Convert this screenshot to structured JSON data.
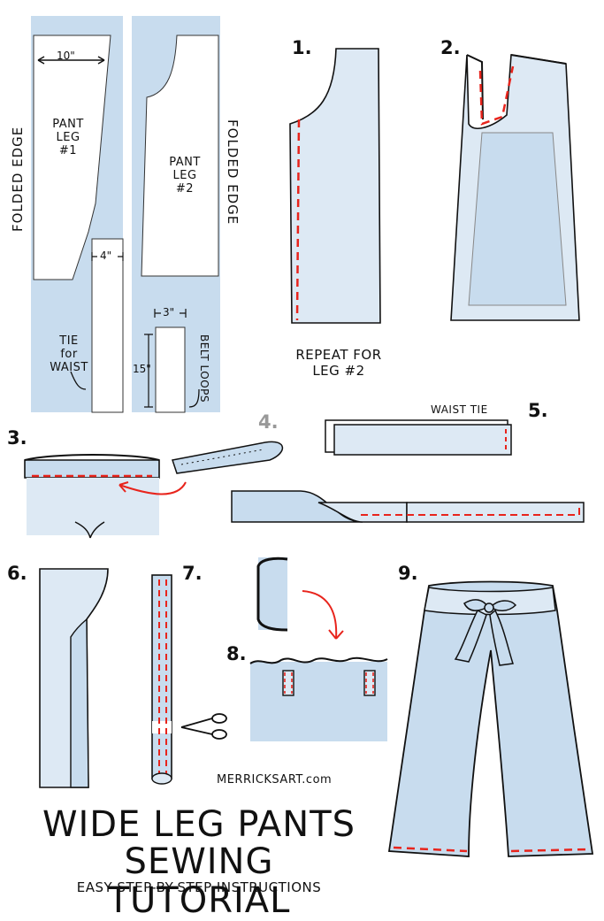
{
  "colors": {
    "fabric": "#c8dcee",
    "fabric_light": "#dde9f4",
    "outline": "#111111",
    "stitch": "#e8241c",
    "paper": "#ffffff"
  },
  "pattern": {
    "measure_width": "10\"",
    "leg1_label": [
      "PANT",
      "LEG",
      "#1"
    ],
    "leg2_label": [
      "PANT",
      "LEG",
      "#2"
    ],
    "folded_edge_left": "FOLDED EDGE",
    "folded_edge_right": "FOLDED EDGE",
    "measure_tie_width": "4\"",
    "tie_label": [
      "TIE",
      "for",
      "WAIST"
    ],
    "measure_loop_width": "3\"",
    "measure_loop_height": "15\"",
    "belt_loops_label": "BELT LOOPS"
  },
  "steps": {
    "s1": "1.",
    "s2": "2.",
    "s3": "3.",
    "s4": "4.",
    "s5": "5.",
    "s6": "6.",
    "s7": "7.",
    "s8": "8.",
    "s9": "9."
  },
  "notes": {
    "repeat": [
      "REPEAT FOR",
      "LEG #2"
    ],
    "waist_tie": "WAIST TIE"
  },
  "footer": {
    "site": "MERRICKSART.com",
    "title_line1": "WIDE LEG PANTS",
    "title_line2": "SEWING TUTORIAL",
    "subtitle": "EASY STEP-BY-STEP INSTRUCTIONS"
  },
  "icons": [
    "scissors-icon",
    "curved-arrow-icon"
  ]
}
